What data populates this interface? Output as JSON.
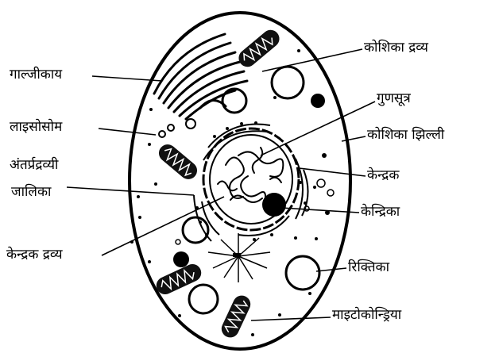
{
  "labels": [
    "गाल्जीकाय",
    "लाइसोसोम",
    "अंतर्प्रद्रव्यी",
    "जालिका",
    "केन्द्रक द्रव्य",
    "कोशिका द्रव्य",
    "गुणसूत्र",
    "कोशिका झिल्ली",
    "केन्द्रक",
    "केन्द्रिका",
    "रिक्तिका",
    "माइटोकोन्ड्रिया"
  ]
}
